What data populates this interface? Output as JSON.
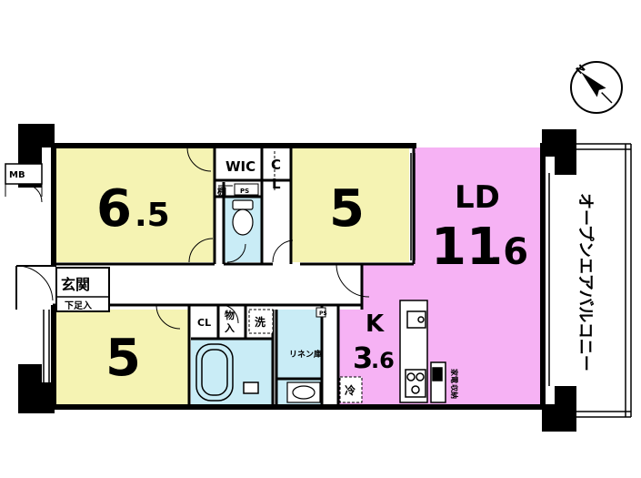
{
  "rooms": {
    "western_top_left": {
      "size_int": "6",
      "size_dec": ".5"
    },
    "western_top_right": {
      "size": "5"
    },
    "western_bottom_left": {
      "size": "5"
    },
    "ld": {
      "label": "LD",
      "size_int": "11",
      "size_dec": ".6"
    },
    "kitchen": {
      "label": "K",
      "size_int": "3",
      "size_dec": ".6"
    }
  },
  "labels": {
    "wic": "WIC",
    "cl_top_c": "C",
    "cl_top_l": "L",
    "tana": "棚",
    "ps_top": "PS",
    "mb": "MB",
    "genkan": "玄関",
    "geta": "下足入",
    "cl_mid": "CL",
    "mono_1": "物",
    "mono_2": "入",
    "sentaku": "洗",
    "ps_mid": "PS",
    "linen": "リネン庫",
    "rei": "冷",
    "kitchen_shelf": "家電",
    "kitchen_shelf_2": "収納",
    "balcony": "オープンエアバルコニー"
  },
  "compass": {
    "letter": "N",
    "heading_deg": 315
  },
  "colors": {
    "western": "#f5f3b3",
    "ld": "#f6b2f4",
    "wet": "#c9ecf6",
    "wall": "#000000",
    "line": "#000000",
    "floor": "#ffffff"
  }
}
